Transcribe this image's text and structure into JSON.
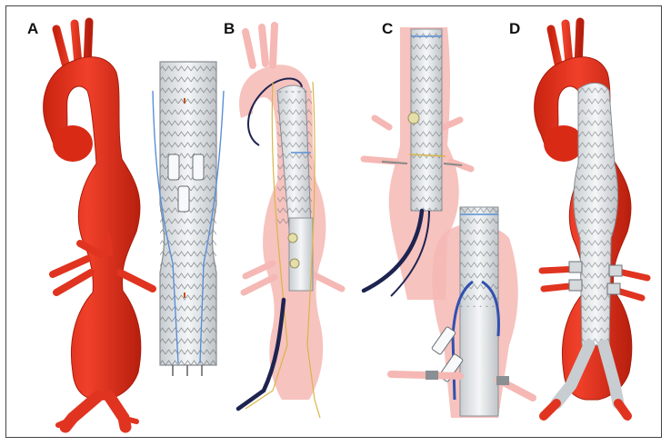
{
  "panels": [
    {
      "label": "A"
    },
    {
      "label": "B"
    },
    {
      "label": "C"
    },
    {
      "label": "D"
    }
  ],
  "colors": {
    "aorta": "#e8321f",
    "aorta_shadow": "#b4200f",
    "faded_aorta": "#f5b8b4",
    "graft": "#e9ecee",
    "graft_edge": "#8a8f94",
    "wire_blue": "#5b8fd6",
    "wire_yellow": "#d9b548",
    "catheter": "#1e2450",
    "frame": "#444444"
  }
}
